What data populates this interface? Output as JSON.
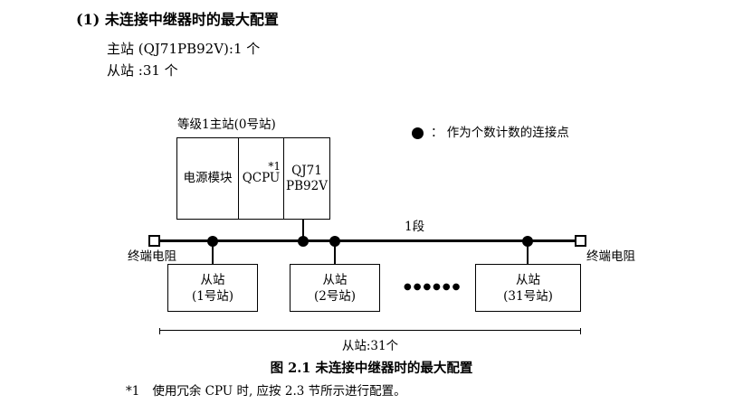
{
  "page": {
    "heading": "(1) 未连接中继器时的最大配置",
    "master_line": "主站 (QJ71PB92V):1 个",
    "slave_line": "从站 :31 个",
    "caption": "图 2.1  未连接中继器时的最大配置",
    "footnote_marker": "*1",
    "footnote_text": "使用冗余 CPU 时, 应按 2.3 节所示进行配置。"
  },
  "diagram": {
    "master_label": "等级1主站(0号站)",
    "modules": {
      "power": "电源模块",
      "cpu": "QCPU",
      "cpu_note": "*1",
      "pb_line1": "QJ71",
      "pb_line2": "PB92V"
    },
    "legend_text": "：  作为个数计数的连接点",
    "segment_label": "1段",
    "terminator_left": "终端电阻",
    "terminator_right": "终端电阻",
    "slaves": [
      {
        "name": "从站",
        "station": "(1号站)"
      },
      {
        "name": "从站",
        "station": "(2号站)"
      },
      {
        "name": "从站",
        "station": "(31号站)"
      }
    ],
    "ellipsis": "●●●●●●",
    "span_label": "从站:31个"
  }
}
